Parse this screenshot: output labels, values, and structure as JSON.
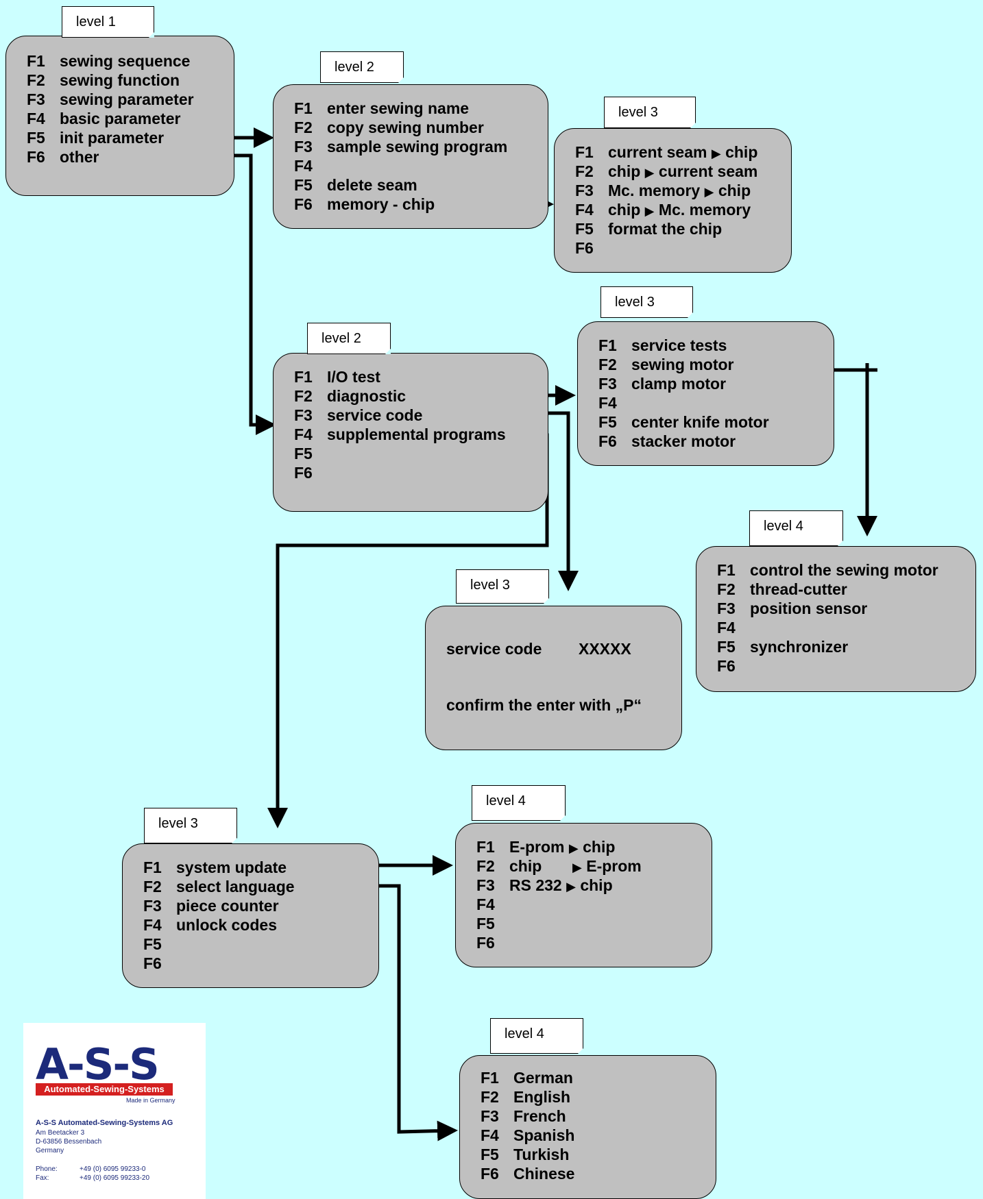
{
  "diagram": {
    "level1": {
      "tab": "level 1",
      "items": [
        {
          "key": "F1",
          "label": "sewing sequence"
        },
        {
          "key": "F2",
          "label": "sewing function"
        },
        {
          "key": "F3",
          "label": "sewing parameter"
        },
        {
          "key": "F4",
          "label": "basic parameter"
        },
        {
          "key": "F5",
          "label": "init parameter"
        },
        {
          "key": "F6",
          "label": "other"
        }
      ]
    },
    "level2_init": {
      "tab": "level 2",
      "items": [
        {
          "key": "F1",
          "label": "enter sewing name"
        },
        {
          "key": "F2",
          "label": "copy sewing number"
        },
        {
          "key": "F3",
          "label": "sample sewing program"
        },
        {
          "key": "F4",
          "label": ""
        },
        {
          "key": "F5",
          "label": "delete seam"
        },
        {
          "key": "F6",
          "label": "memory - chip"
        }
      ]
    },
    "level3_chip": {
      "tab": "level 3",
      "items": [
        {
          "key": "F1",
          "a": "current seam",
          "b": "chip"
        },
        {
          "key": "F2",
          "a": "chip",
          "b": "current seam"
        },
        {
          "key": "F3",
          "a": "Mc. memory",
          "b": "chip"
        },
        {
          "key": "F4",
          "a": "chip",
          "b": "Mc. memory"
        },
        {
          "key": "F5",
          "a": "format the chip",
          "b": ""
        },
        {
          "key": "F6",
          "a": "",
          "b": ""
        }
      ]
    },
    "level2_other": {
      "tab": "level  2",
      "items": [
        {
          "key": "F1",
          "label": "I/O  test"
        },
        {
          "key": "F2",
          "label": "diagnostic"
        },
        {
          "key": "F3",
          "label": "service code"
        },
        {
          "key": "F4",
          "label": "supplemental programs"
        },
        {
          "key": "F5",
          "label": ""
        },
        {
          "key": "F6",
          "label": ""
        }
      ]
    },
    "level3_diag": {
      "tab": "level  3",
      "items": [
        {
          "key": "F1",
          "label": "service tests"
        },
        {
          "key": "F2",
          "label": "sewing motor"
        },
        {
          "key": "F3",
          "label": "clamp motor"
        },
        {
          "key": "F4",
          "label": ""
        },
        {
          "key": "F5",
          "label": "center knife motor"
        },
        {
          "key": "F6",
          "label": "stacker motor"
        }
      ]
    },
    "level4_motor": {
      "tab": "level  4",
      "items": [
        {
          "key": "F1",
          "label": "control the sewing motor"
        },
        {
          "key": "F2",
          "label": "thread-cutter"
        },
        {
          "key": "F3",
          "label": "position sensor"
        },
        {
          "key": "F4",
          "label": ""
        },
        {
          "key": "F5",
          "label": "synchronizer"
        },
        {
          "key": "F6",
          "label": ""
        }
      ]
    },
    "level3_service": {
      "tab": "level  3",
      "code_label": "service code",
      "code_value": "XXXXX",
      "confirm": "confirm the enter with „P“"
    },
    "level3_supp": {
      "tab": "level  3",
      "items": [
        {
          "key": "F1",
          "label": "system update"
        },
        {
          "key": "F2",
          "label": "select language"
        },
        {
          "key": "F3",
          "label": "piece counter"
        },
        {
          "key": "F4",
          "label": "unlock codes"
        },
        {
          "key": "F5",
          "label": ""
        },
        {
          "key": "F6",
          "label": ""
        }
      ]
    },
    "level4_update": {
      "tab": "level  4",
      "items": [
        {
          "key": "F1",
          "a": "E-prom",
          "b": "chip"
        },
        {
          "key": "F2",
          "a": "chip",
          "b": "E-prom"
        },
        {
          "key": "F3",
          "a": "RS 232",
          "b": "chip"
        },
        {
          "key": "F4",
          "a": "",
          "b": ""
        },
        {
          "key": "F5",
          "a": "",
          "b": ""
        },
        {
          "key": "F6",
          "a": "",
          "b": ""
        }
      ]
    },
    "level4_lang": {
      "tab": "level  4",
      "items": [
        {
          "key": "F1",
          "label": "German"
        },
        {
          "key": "F2",
          "label": "English"
        },
        {
          "key": "F3",
          "label": "French"
        },
        {
          "key": "F4",
          "label": "Spanish"
        },
        {
          "key": "F5",
          "label": "Turkish"
        },
        {
          "key": "F6",
          "label": "Chinese"
        }
      ]
    }
  },
  "company": {
    "logo_text": "A-S-S",
    "logo_bar": "Automated-Sewing-Systems",
    "made_in": "Made in Germany",
    "name": "A-S-S Automated-Sewing-Systems AG",
    "street": "Am Beetacker 3",
    "city": "D-63856 Bessenbach",
    "country": "Germany",
    "phone_label": "Phone:",
    "phone": "+49 (0) 6095 99233-0",
    "fax_label": "Fax:",
    "fax": "+49 (0) 6095 99233-20"
  },
  "colors": {
    "background": "#ccffff",
    "box": "#c0c0c0",
    "brand_blue": "#1c2a7a",
    "brand_red": "#d42020"
  }
}
